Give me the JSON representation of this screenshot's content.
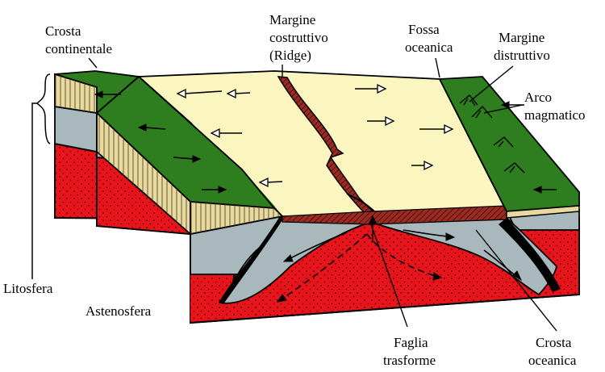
{
  "labels": {
    "crosta_continentale": [
      "Crosta",
      "continentale"
    ],
    "margine_costruttivo": [
      "Margine",
      "costruttivo",
      "(Ridge)"
    ],
    "fossa_oceanica": [
      "Fossa",
      "oceanica"
    ],
    "margine_distruttivo": [
      "Margine",
      "distruttivo"
    ],
    "arco_magmatico": [
      "Arco",
      "magmatico"
    ],
    "litosfera": "Litosfera",
    "astenosfera": "Astenosfera",
    "faglia_trasforme": [
      "Faglia",
      "trasforme"
    ],
    "crosta_oceanica": [
      "Crosta",
      "oceanica"
    ]
  },
  "colors": {
    "continental_crust_top": "#2e7d1e",
    "continental_crust_side": "#e8d9a0",
    "ocean_floor": "#fbf6c0",
    "lithosphere": "#a9b8bc",
    "asthenosphere": "#e8141b",
    "ridge": "#9a2a22"
  }
}
